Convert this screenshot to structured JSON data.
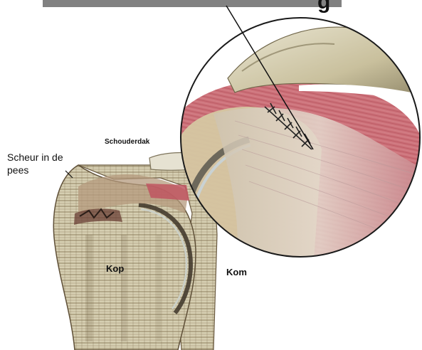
{
  "title_fragment": "g",
  "labels": {
    "schouderdak": "Schouderdak",
    "scheur_in_de_pees": "Scheur in de pees",
    "kop": "Kop",
    "kom": "Kom"
  },
  "colors": {
    "bone": "#d8d2b8",
    "bone_dark": "#7a6a4e",
    "muscle": "#c56a72",
    "muscle_dark": "#8e2f3a",
    "cartilage": "#b9c4c6",
    "suture": "#2a2a2a"
  }
}
